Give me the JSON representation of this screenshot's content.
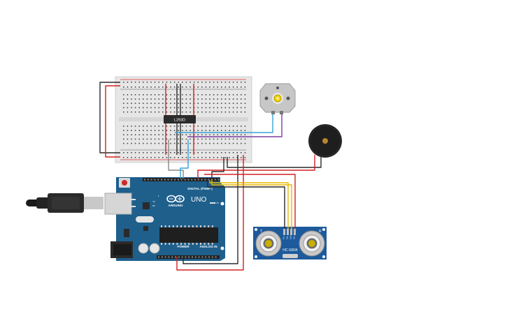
{
  "breadboard": {
    "ic_label": "L293D"
  },
  "arduino": {
    "logo_text": "ARDUINO",
    "model": "UNO",
    "digital_label": "DIGITAL (PWM~)",
    "power_label": "POWER",
    "analog_label": "ANALOG IN",
    "tx_label": "TX",
    "rx_label": "RX",
    "l_label": "L",
    "on_label": "ON"
  },
  "sensor": {
    "model": "HC-SR04",
    "t_label": "T",
    "r_label": "R",
    "pins": [
      "Vcc",
      "Trig",
      "Echo",
      "Gnd"
    ]
  },
  "colors": {
    "board_blue": "#1e5f8c",
    "breadboard": "#e6e6e6",
    "wire_red": "#d42020",
    "wire_black": "#2a2a2a",
    "wire_yellow": "#e8b800",
    "wire_cyan": "#33a4d6",
    "wire_purple": "#7d3fa0",
    "wire_gray": "#888888"
  }
}
